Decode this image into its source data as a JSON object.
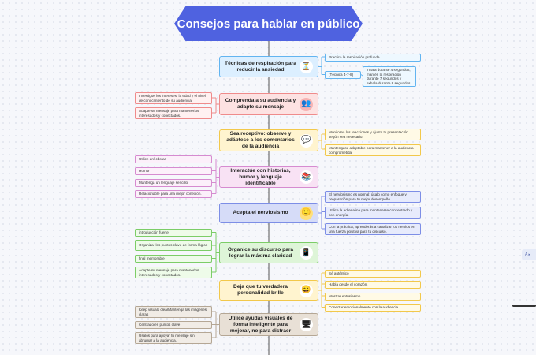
{
  "title": "Consejos para hablar en público",
  "branches": [
    {
      "label": "Técnicas de respiración para reducir la ansiedad",
      "icon": "funnel-icon",
      "icon_glyph": "⏳",
      "color": "blue"
    },
    {
      "label": "Comprenda a su audiencia y adapte su mensaje",
      "icon": "people-icon",
      "icon_glyph": "👥",
      "color": "red"
    },
    {
      "label": "Sea receptivo: observe y adáptese a los comentarios de la audiencia",
      "icon": "chat-icon",
      "icon_glyph": "💬",
      "color": "yellow"
    },
    {
      "label": "Interactúe con historias, humor y lenguaje identificable",
      "icon": "books-icon",
      "icon_glyph": "📚",
      "color": "pink"
    },
    {
      "label": "Acepta el nerviosismo",
      "icon": "smile-icon",
      "icon_glyph": "🙂",
      "color": "indigo"
    },
    {
      "label": "Organice su discurso para lograr la máxima claridad",
      "icon": "tablet-icon",
      "icon_glyph": "📱",
      "color": "green"
    },
    {
      "label": "Deja que tu verdadera personalidad brille",
      "icon": "grin-icon",
      "icon_glyph": "😄",
      "color": "yellow"
    },
    {
      "label": "Utilice ayudas visuales de forma inteligente para mejorar, no para distraer",
      "icon": "monitor-icon",
      "icon_glyph": "🖥",
      "color": "tan"
    }
  ],
  "leaves": [
    {
      "branch": 0,
      "side": "right",
      "text": "Practica la respiración profunda",
      "color": "blue"
    },
    {
      "branch": 0,
      "side": "right",
      "text": "(Técnica 4-7-8)",
      "color": "blue"
    },
    {
      "branch": 0,
      "side": "right",
      "text": "Inhala durante 4 segundos, mantén la respiración durante 7 segundos y exhala durante 8 segundos.",
      "color": "blue"
    },
    {
      "branch": 1,
      "side": "left",
      "text": "Investigue los intereses, la edad y el nivel de conocimiento de su audiencia.",
      "color": "red"
    },
    {
      "branch": 1,
      "side": "left",
      "text": "Adapte su mensaje para mantenerlos interesados y conectados.",
      "color": "red"
    },
    {
      "branch": 2,
      "side": "right",
      "text": "Monitorea las reacciones y ajusta tu presentación según sea necesario.",
      "color": "yellow"
    },
    {
      "branch": 2,
      "side": "right",
      "text": "Mantengase adaptable para mantener a la audiencia comprometida.",
      "color": "yellow"
    },
    {
      "branch": 3,
      "side": "left",
      "text": "Utilice anécdotas",
      "color": "pink"
    },
    {
      "branch": 3,
      "side": "left",
      "text": "Humor",
      "color": "pink"
    },
    {
      "branch": 3,
      "side": "left",
      "text": "Mantenga un lenguaje sencillo",
      "color": "pink"
    },
    {
      "branch": 3,
      "side": "left",
      "text": "Relacionable para una mejor conexión.",
      "color": "pink"
    },
    {
      "branch": 4,
      "side": "right",
      "text": "El nerviosismo es normal; úsalo como enfoque y preparación para tu mejor desempeño.",
      "color": "indigo"
    },
    {
      "branch": 4,
      "side": "right",
      "text": "Utilice la adrenalina para mantenerse concentrado y con energía.",
      "color": "indigo"
    },
    {
      "branch": 4,
      "side": "right",
      "text": "Con la práctica, aprenderás a canalizar los nervios en una fuerza positiva para tu discurso.",
      "color": "indigo"
    },
    {
      "branch": 5,
      "side": "left",
      "text": "introducción fuerte",
      "color": "green"
    },
    {
      "branch": 5,
      "side": "left",
      "text": "Organizar los puntos clave de forma lógica",
      "color": "green"
    },
    {
      "branch": 5,
      "side": "left",
      "text": "final memorable",
      "color": "green"
    },
    {
      "branch": 5,
      "side": "left",
      "text": "Adapte su mensaje para mantenerlos interesados y conectados.",
      "color": "green"
    },
    {
      "branch": 6,
      "side": "right",
      "text": "Sé auténtico",
      "color": "yellow"
    },
    {
      "branch": 6,
      "side": "right",
      "text": "Habla desde el corazón.",
      "color": "yellow"
    },
    {
      "branch": 6,
      "side": "right",
      "text": "Mostrar entusiasmo",
      "color": "yellow"
    },
    {
      "branch": 6,
      "side": "right",
      "text": "Conectar emocionalmente con la audiencia.",
      "color": "yellow"
    },
    {
      "branch": 7,
      "side": "left",
      "text": "Keep visuals clearMantenga las imágenes claras",
      "color": "tan"
    },
    {
      "branch": 7,
      "side": "left",
      "text": "Centrado en puntos clave",
      "color": "tan"
    },
    {
      "branch": 7,
      "side": "left",
      "text": "Úsalos para apoyar tu mensaje sin abrumar a la audiencia.",
      "color": "tan"
    }
  ],
  "side_button": "A ▸"
}
